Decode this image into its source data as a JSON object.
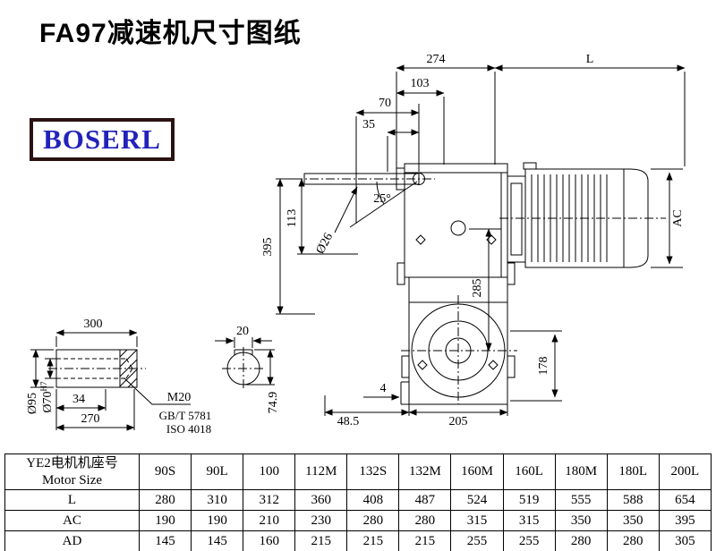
{
  "header": {
    "title": "FA97减速机尺寸图纸",
    "brand": "BOSERL",
    "brand_color": "#2222bb",
    "brand_border": "#2b1212"
  },
  "drawing": {
    "top": {
      "d274": "274",
      "dL": "L",
      "d103": "103",
      "d70": "70",
      "d35": "35"
    },
    "left": {
      "d395": "395",
      "d113": "113",
      "dia26": "Ø26",
      "angle25": "25°"
    },
    "mid": {
      "d285": "285",
      "d178": "178"
    },
    "right": {
      "dAC": "AC"
    },
    "bottom": {
      "d4": "4",
      "d48_5": "48.5",
      "d205": "205"
    },
    "shaft": {
      "d300": "300",
      "d34": "34",
      "d270": "270",
      "dia95": "Ø95",
      "dia70": "Ø70",
      "tol": "H7",
      "m20": "M20",
      "gbt": "GB/T 5781",
      "iso": "ISO 4018"
    },
    "key": {
      "d20": "20",
      "d74_9": "74.9"
    }
  },
  "table": {
    "header_cn": "YE2电机机座号",
    "header_en": "Motor Size",
    "columns": [
      "90S",
      "90L",
      "100",
      "112M",
      "132S",
      "132M",
      "160M",
      "160L",
      "180M",
      "180L",
      "200L"
    ],
    "rows": [
      {
        "label": "L",
        "values": [
          "280",
          "310",
          "312",
          "360",
          "408",
          "487",
          "524",
          "519",
          "555",
          "588",
          "654"
        ]
      },
      {
        "label": "AC",
        "values": [
          "190",
          "190",
          "210",
          "230",
          "280",
          "280",
          "315",
          "315",
          "350",
          "350",
          "395"
        ]
      },
      {
        "label": "AD",
        "values": [
          "145",
          "145",
          "160",
          "215",
          "215",
          "215",
          "255",
          "255",
          "280",
          "280",
          "305"
        ]
      }
    ]
  }
}
